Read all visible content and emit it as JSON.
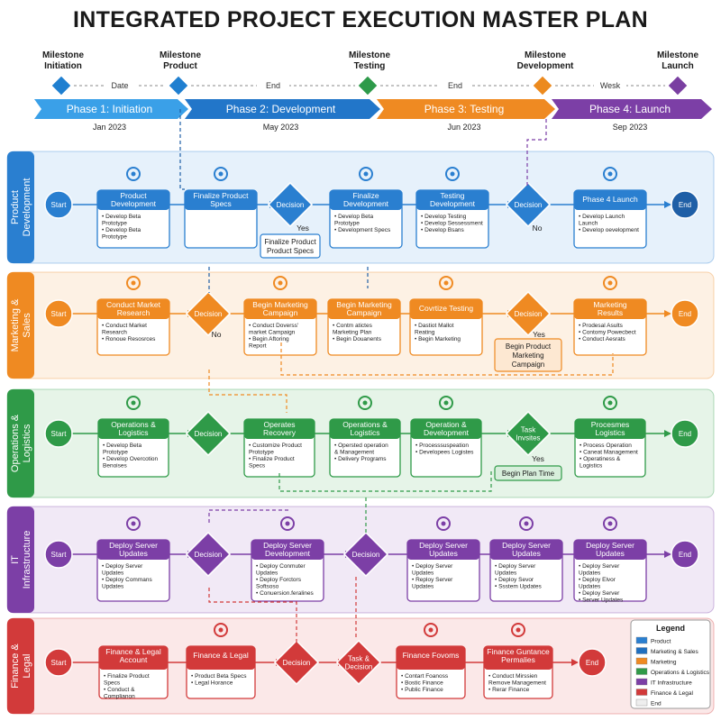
{
  "title": "INTEGRATED PROJECT EXECUTION MASTER PLAN",
  "timeline": {
    "milestones": [
      {
        "label": "Milestone Initiation",
        "color": "#1f7fd0"
      },
      {
        "label": "Milestone Product",
        "color": "#1f7fd0"
      },
      {
        "label": "Milestone Testing",
        "color": "#2e9a4a"
      },
      {
        "label": "Milestone Development",
        "color": "#ec8a1e"
      },
      {
        "label": "Milestone Launch",
        "color": "#7a3fa1"
      }
    ],
    "connector_labels": [
      "Date",
      "End",
      "End",
      "Wesk"
    ],
    "phases": [
      {
        "label": "Phase 1: Initiation",
        "date": "Jan 2023",
        "color": "#3aa0e8"
      },
      {
        "label": "Phase 2: Development",
        "date": "May 2023",
        "color": "#2276c9"
      },
      {
        "label": "Phase 3: Testing",
        "date": "Jun 2023",
        "color": "#ef8a22"
      },
      {
        "label": "Phase 4: Launch",
        "date": "Sep 2023",
        "color": "#7c3fa6"
      }
    ]
  },
  "lanes": [
    {
      "name": "Product Development",
      "color": "#2a7fd0",
      "bg": "#e6f1fb",
      "light": "#dcecfb",
      "start": "Start",
      "end": "End",
      "tasks": [
        {
          "title": "Product Development",
          "bullets": [
            "Develop Beta Prototype",
            "Develop Beta Prototype"
          ],
          "icon": "gear-icon"
        },
        {
          "title": "Finalize Product Specs",
          "bullets": [],
          "icon": "gears-icon"
        },
        {
          "title": "Finalize Development",
          "bullets": [
            "Develop Beta Prototype",
            "Development Specs"
          ],
          "icon": "edit-icon"
        },
        {
          "title": "Testing Development",
          "bullets": [
            "Develop Testing",
            "Develop Sessessment",
            "Develop Bsans"
          ],
          "icon": "flask-icon"
        },
        {
          "title": "Phase 4 Launch",
          "bullets": [
            "Develop Launch Launch",
            "Develop oevelopment"
          ],
          "icon": "rocket-icon"
        }
      ],
      "decisions": [
        "Decision",
        "Decision"
      ],
      "sub": "Finalize Product Product Specs",
      "labels": [
        "Yes",
        "No"
      ]
    },
    {
      "name": "Marketing & Sales",
      "color": "#ef8a22",
      "bg": "#fdf1e4",
      "light": "#fde8d2",
      "start": "Start",
      "end": "End",
      "tasks": [
        {
          "title": "Conduct Market Research",
          "bullets": [
            "Conduct Market Research",
            "Ronoue Resosrces"
          ],
          "icon": "megaphone-icon"
        },
        {
          "title": "Begin Marketing Campaign",
          "bullets": [
            "Conduct Doverss' market Campaign",
            "Begin Aftoring Report"
          ],
          "icon": "chart-icon"
        },
        {
          "title": "Begin Marketing Campaign",
          "bullets": [
            "Contm atictes Marketing Plan",
            "Begin Douanents"
          ],
          "icon": ""
        },
        {
          "title": "Covrtize Testing",
          "bullets": [
            "Dastiot Mallot Reating",
            "Begin Marketing"
          ],
          "icon": "tools-icon"
        },
        {
          "title": "Marketing Results",
          "bullets": [
            "Prodesal Asults",
            "Contomy Powecbect",
            "Conduct Aesrats"
          ],
          "icon": "checklist-icon"
        }
      ],
      "decisions": [
        "Decision",
        "Decision"
      ],
      "sub": "Begin Product Marketing Campaign",
      "labels": [
        "No",
        "Yes"
      ]
    },
    {
      "name": "Operations & Logistics",
      "color": "#2f9a48",
      "bg": "#e6f4e8",
      "light": "#d7eedb",
      "start": "Start",
      "end": "End",
      "tasks": [
        {
          "title": "Operations & Logistics",
          "bullets": [
            "Develop Beta Prototype",
            "Develop Overcotion Benoises"
          ],
          "icon": "cycle-icon"
        },
        {
          "title": "Operates Recovery",
          "bullets": [
            "Customize Product Prototype",
            "Finalize Product Specs"
          ],
          "icon": ""
        },
        {
          "title": "Operations & Logistics",
          "bullets": [
            "Opersted operation & Management",
            "Delivery Programs"
          ],
          "icon": "chart-icon"
        },
        {
          "title": "Operation & Development",
          "bullets": [
            "Processsuspeation",
            "Developees Logistes"
          ],
          "icon": "cycle-icon"
        },
        {
          "title": "Procesmes Logistics",
          "bullets": [
            "Process Operation",
            "Caneat Management",
            "Operatiness & Logistics"
          ],
          "icon": "truck-icon"
        }
      ],
      "decisions": [
        "Decision",
        "Task Invsites"
      ],
      "sub": "Begin Plan Time",
      "labels": [
        "Yes"
      ]
    },
    {
      "name": "IT Infrastructure",
      "color": "#7c3fa6",
      "bg": "#f1e9f6",
      "light": "#e7dbf0",
      "start": "Start",
      "end": "End",
      "tasks": [
        {
          "title": "Deploy Server Updates",
          "bullets": [
            "Deploy Server Updates",
            "Deploy Commans Updates"
          ],
          "icon": "cloud-icon"
        },
        {
          "title": "Deploy Server Development",
          "bullets": [
            "Deploy Conmuter Updates",
            "Deploy Forctors Softsoso",
            "Conuersion.feralines"
          ],
          "icon": "monitor-icon"
        },
        {
          "title": "Deploy Server Updates",
          "bullets": [
            "Deploy Server Updates",
            "Reploy Server Updates"
          ],
          "icon": "gears-icon"
        },
        {
          "title": "Deploy Server Updates",
          "bullets": [
            "Deploy Server Updates",
            "Deploy Sevor",
            "Ssstem Updates"
          ],
          "icon": "server-icon"
        },
        {
          "title": "Deploy Server Updates",
          "bullets": [
            "Deploy Server Updates",
            "Deploy Elvor Updates",
            "Deploy Server",
            "Server Updates"
          ],
          "icon": "network-icon"
        }
      ],
      "decisions": [
        "Decision",
        "Decision"
      ]
    },
    {
      "name": "Finance & Legal",
      "color": "#d23a3a",
      "bg": "#fbe8e8",
      "light": "#f8dcdc",
      "start": "Start",
      "end": "End",
      "tasks": [
        {
          "title": "Finance & Legal Account",
          "bullets": [
            "Finalize Product Specs",
            "Conduct & Complianon"
          ],
          "icon": ""
        },
        {
          "title": "Finance & Legal",
          "bullets": [
            "Product Beta Specs",
            "Legal Horance"
          ],
          "icon": "bank-icon"
        },
        {
          "title": "Finance Fovoms",
          "bullets": [
            "Contart Foanoss",
            "Bostic Finance",
            "Public Finance"
          ],
          "icon": "scales-icon"
        },
        {
          "title": "Finance Guntance Permalies",
          "bullets": [
            "Conduct Mirssien Remove Management",
            "Rerar Finance"
          ],
          "icon": "document-icon"
        }
      ],
      "decisions": [
        "Decision",
        "Task & Decision"
      ]
    }
  ],
  "legend": {
    "title": "Legend",
    "items": [
      {
        "label": "Product",
        "color": "#2a7fd0"
      },
      {
        "label": "Marketing & Sales",
        "color": "#1f6fbf"
      },
      {
        "label": "Marketing",
        "color": "#ef8a22"
      },
      {
        "label": "Operations & Logistics",
        "color": "#2f9a48"
      },
      {
        "label": "IT Infrastructure",
        "color": "#7c3fa6"
      },
      {
        "label": "Finance & Legal",
        "color": "#d23a3a"
      },
      {
        "label": "End",
        "color": "#eeeeee"
      }
    ]
  }
}
